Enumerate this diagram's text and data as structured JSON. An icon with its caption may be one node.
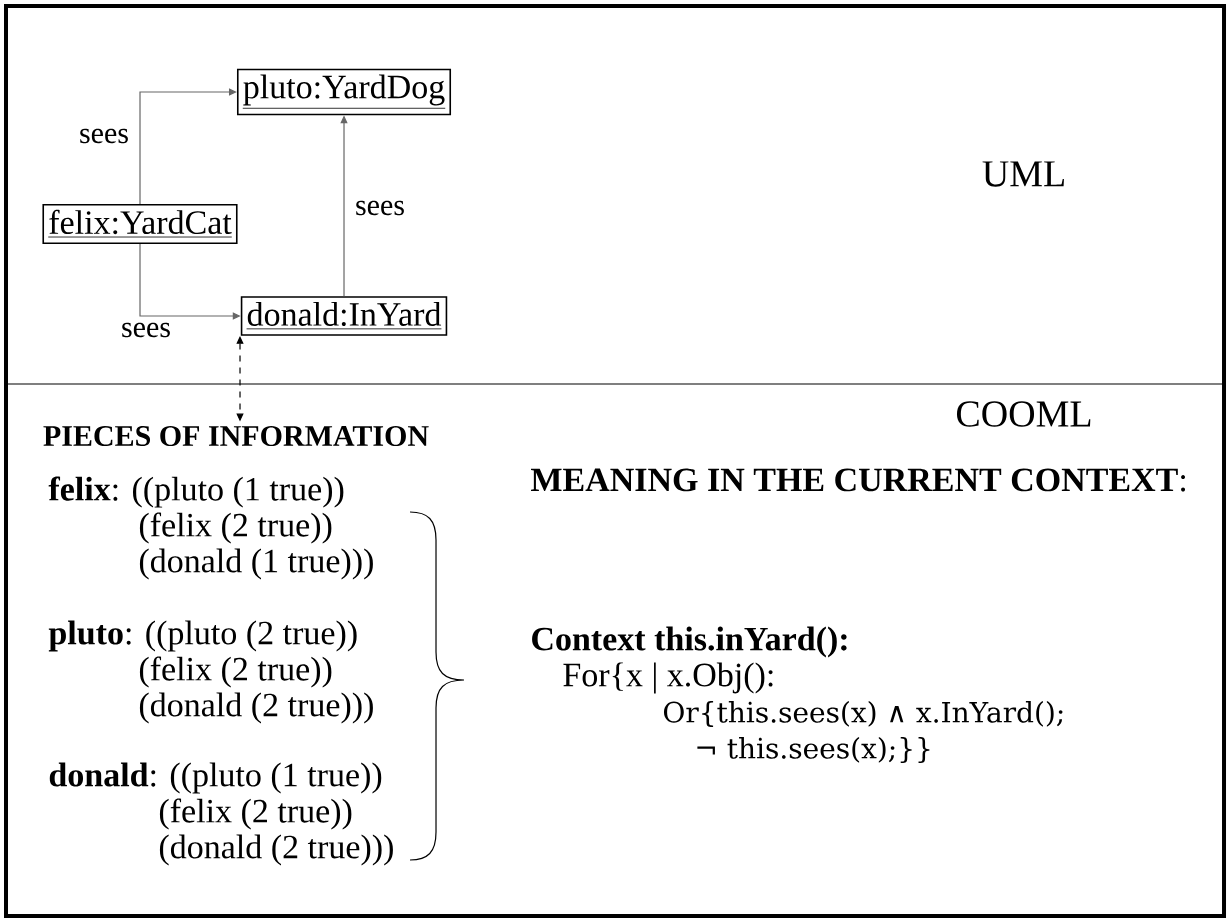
{
  "diagram": {
    "nodes": [
      {
        "text": [
          "pluto:YardDog"
        ]
      },
      {
        "text": [
          "felix:YardCat"
        ]
      },
      {
        "text": [
          "donald:InYard"
        ]
      },
      {
        "text": [
          "PIECES OF INFORMATION"
        ]
      }
    ],
    "edges": [
      {
        "from": 1,
        "to": 0,
        "arrow": "to",
        "label": "sees"
      },
      {
        "from": 1,
        "to": 2,
        "arrow": "to",
        "label": "sees"
      },
      {
        "from": 2,
        "to": 0,
        "arrow": "to",
        "label": "sees"
      },
      {
        "from": 2,
        "to": 3,
        "arrow": "both",
        "style": "dashed",
        "color": "#000000"
      }
    ],
    "labels": [
      "UML",
      "COOML",
      "**felix**: ((pluto (1 true))",
      "(felix (2 true))",
      "(donald (1 true)))",
      "**pluto**: ((pluto (2 true))",
      "(felix (2 true))",
      "(donald (2 true)))",
      "**donald**: ((pluto (1 true))",
      "(felix (2 true))",
      "(donald (2 true)))",
      "**MEANING IN THE CURRENT CONTEXT**:",
      "Context this.inYard():",
      "For{x | x.Obj():",
      "Or{this.sees(x) ∧ x.InYard();",
      "¬ this.sees(x);}}"
    ]
  }
}
